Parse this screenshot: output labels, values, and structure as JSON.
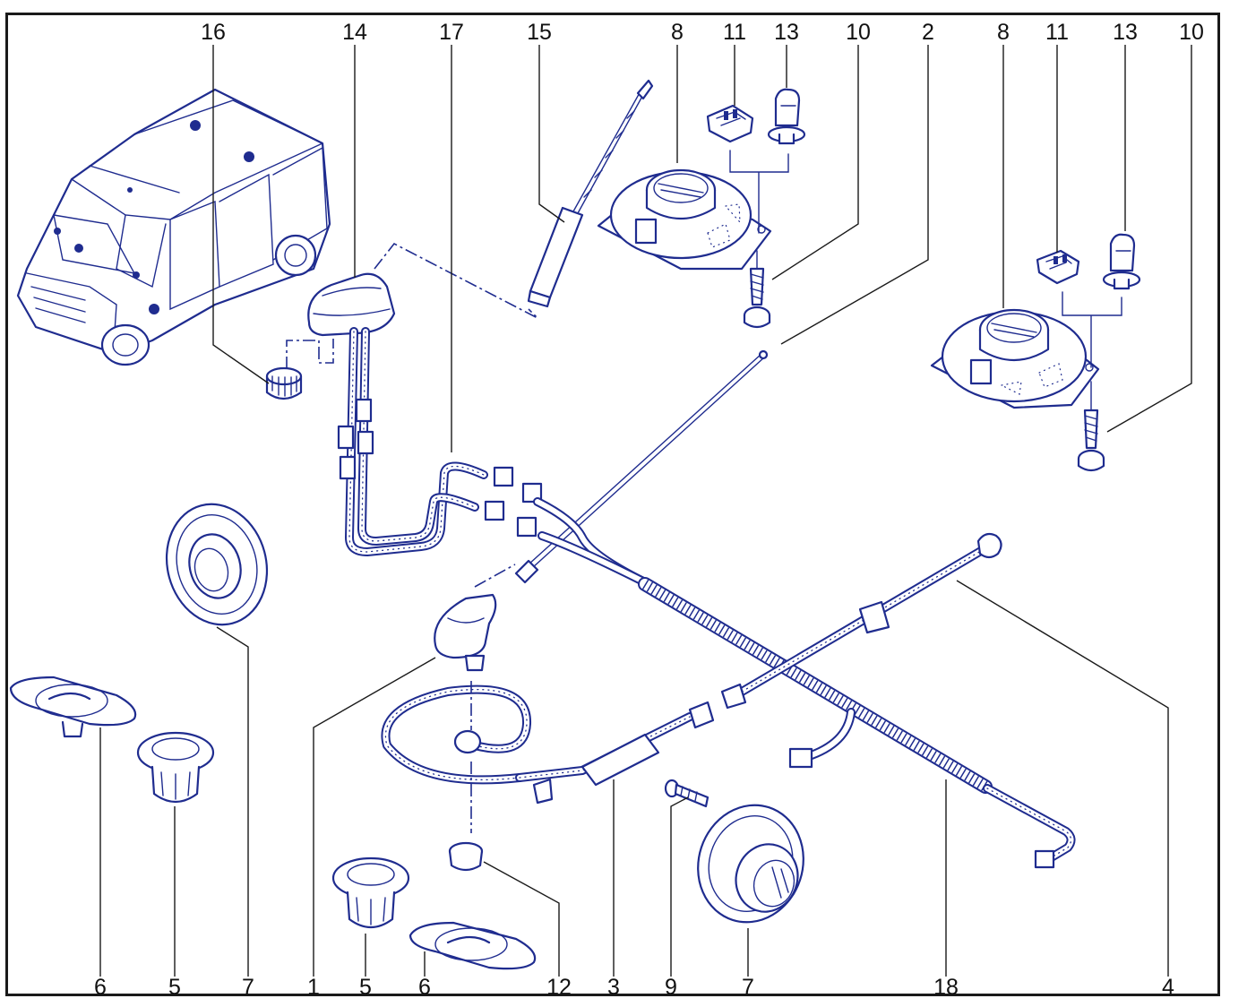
{
  "callouts_top": [
    "16",
    "14",
    "17",
    "15",
    "8",
    "11",
    "13",
    "10",
    "2",
    "8",
    "11",
    "13",
    "10"
  ],
  "callouts_bottom": [
    "6",
    "5",
    "7",
    "1",
    "5",
    "6",
    "12",
    "3",
    "9",
    "7",
    "18",
    "4"
  ],
  "colors": {
    "line_art": "#1f2c8f",
    "text": "#111111",
    "frame": "#1a1a1a"
  }
}
